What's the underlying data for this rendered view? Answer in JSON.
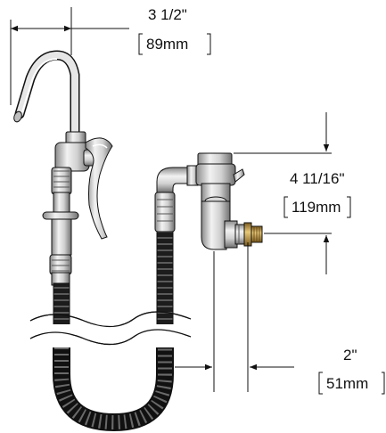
{
  "dimensions": {
    "spout_reach": {
      "imperial": "3 1/2\"",
      "metric": "89mm"
    },
    "height": {
      "imperial": "4 11/16\"",
      "metric": "119mm"
    },
    "offset": {
      "imperial": "2\"",
      "metric": "51mm"
    }
  },
  "colors": {
    "line": "#111111",
    "metal_light": "#e9e9e9",
    "metal_mid": "#bdbdbd",
    "metal_dark": "#7a7a7a",
    "hose": "#1a1a1a",
    "brass": "#b08a3a"
  },
  "parts": [
    "gooseneck-spout-icon",
    "spray-valve-body-icon",
    "squeeze-lever-icon",
    "flexible-hose-icon",
    "hose-elbow-icon",
    "wall-valve-icon",
    "check-valve-icon"
  ]
}
